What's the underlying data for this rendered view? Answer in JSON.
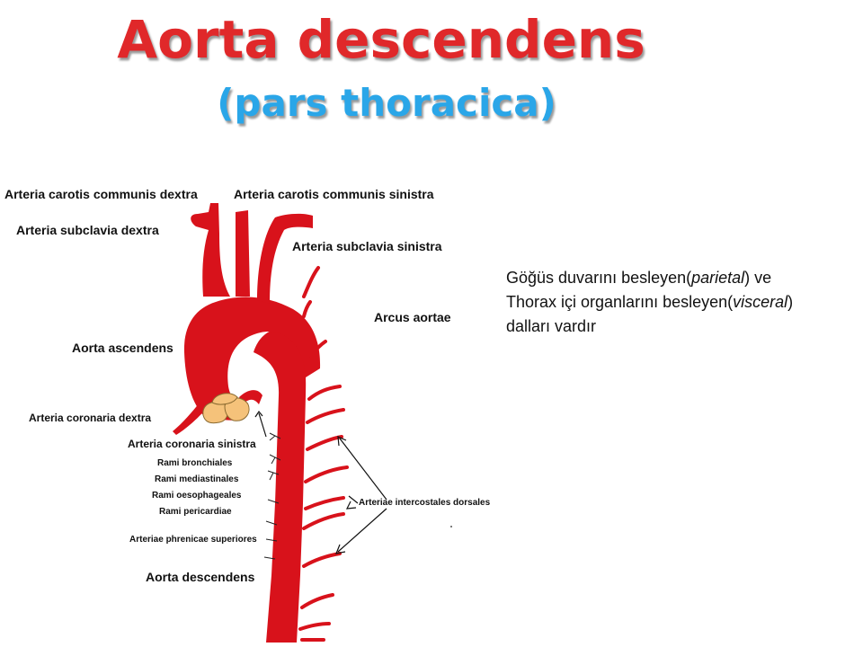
{
  "slide": {
    "title": "Aorta descendens",
    "subtitle": "(pars thoracica)"
  },
  "diagram": {
    "labels": {
      "carotis_dextra": "Arteria carotis communis dextra",
      "carotis_sinistra": "Arteria carotis communis sinistra",
      "subclavia_dextra": "Arteria subclavia dextra",
      "subclavia_sinistra": "Arteria subclavia sinistra",
      "arcus_aortae": "Arcus aortae",
      "aorta_ascendens": "Aorta ascendens",
      "coronaria_dextra": "Arteria coronaria dextra",
      "coronaria_sinistra": "Arteria coronaria sinistra",
      "rami_bronchiales": "Rami bronchiales",
      "rami_mediastinales": "Rami mediastinales",
      "rami_oesophageales": "Rami oesophageales",
      "rami_pericardiae": "Rami pericardiae",
      "phrenicae_superiores": "Arteriae phrenicae superiores",
      "intercostales_dorsales": "Arteriae intercostales dorsales",
      "aorta_descendens": "Aorta descendens"
    },
    "colors": {
      "artery": "#d8121b",
      "valve": "#f5c27a",
      "valve_stroke": "#8a6a30"
    }
  },
  "description": {
    "line1_prefix": "Göğüs duvarını besleyen(",
    "line1_italic": "parietal",
    "line1_suffix": ") ve",
    "line2_prefix": "Thorax içi organlarını besleyen(",
    "line2_italic": "visceral",
    "line2_suffix": ")",
    "line3": "dalları vardır"
  }
}
